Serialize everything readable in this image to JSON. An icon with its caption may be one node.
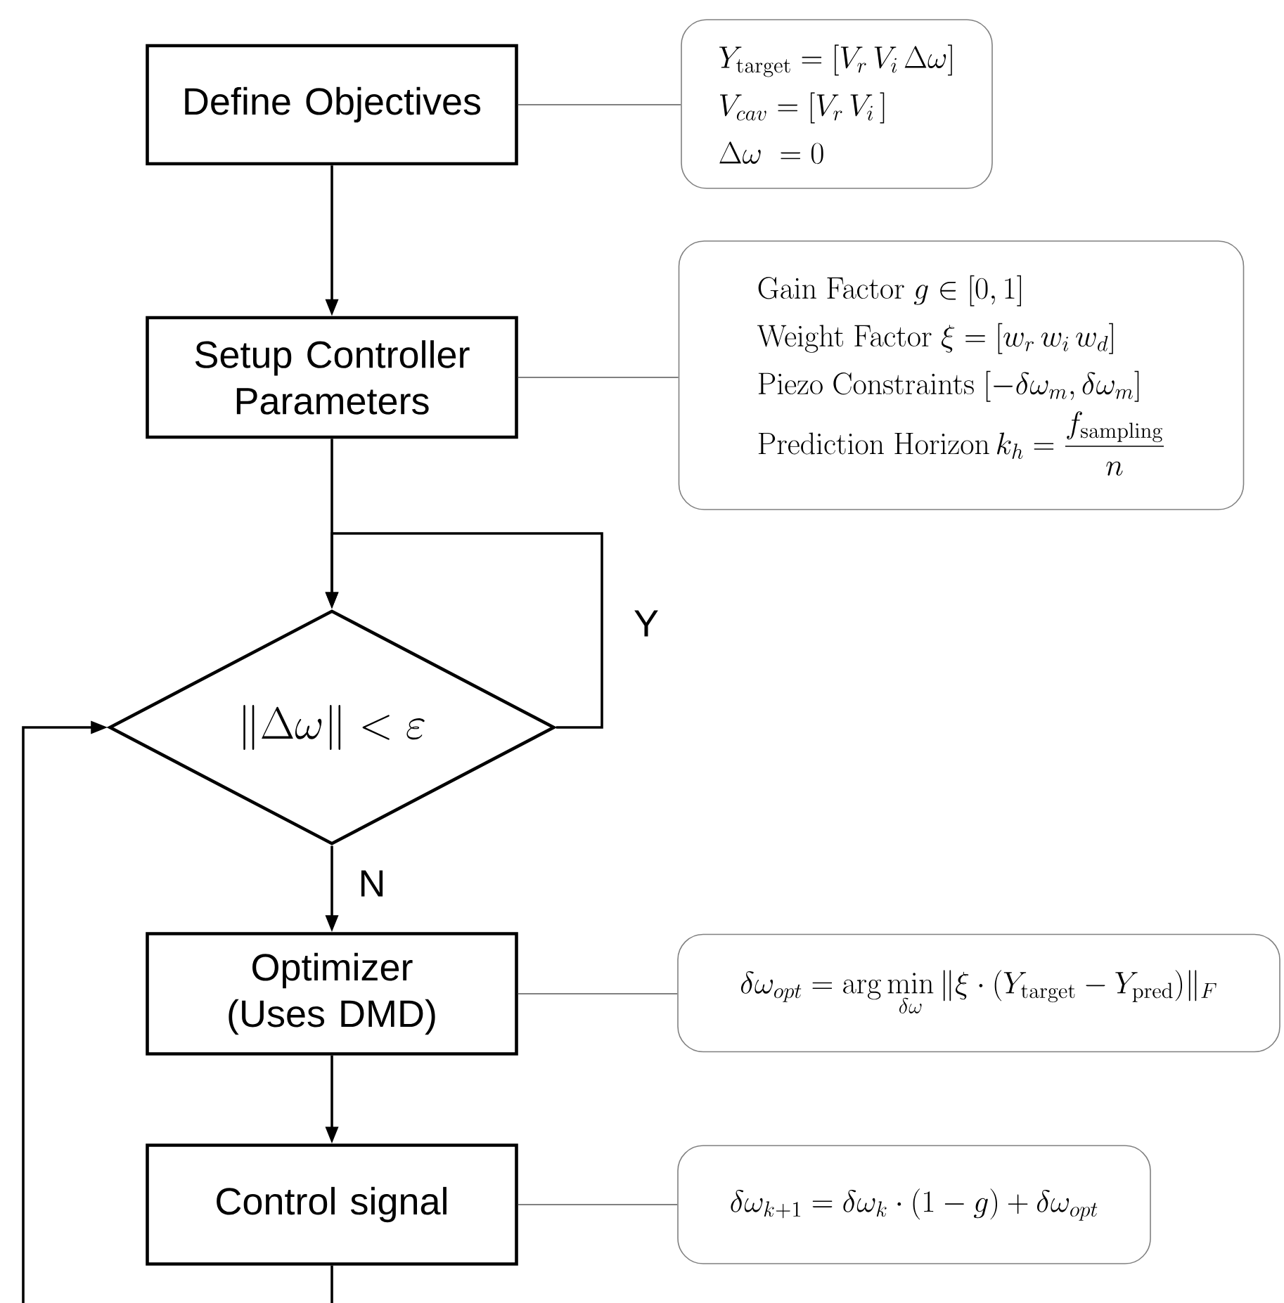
{
  "diagram": {
    "nodes": [
      {
        "text": [
          "Define Objectives"
        ]
      },
      {
        "text": [
          "Setup Controller Parameters"
        ]
      },
      {
        "text": [
          "\\|\\Delta\\omega\\| < \\varepsilon"
        ]
      },
      {
        "text": [
          "Optimizer (Uses DMD)"
        ]
      },
      {
        "text": [
          "Control signal"
        ]
      },
      {
        "text": [
          "Y_{\\mathrm{target}} = [V_r\\, V_i\\, \\Delta\\omega]",
          "V_{cav} = [V_r\\, V_i\\,]",
          "\\Delta\\omega\\; = 0"
        ]
      },
      {
        "text": [
          "\\mathrm{Gain\\ Factor}\\ g \\in [0,1]",
          "\\mathrm{Weight\\ Factor}\\ \\xi = [w_r\\, w_i\\, w_d]",
          "\\mathrm{Piezo\\ Constraints}\\ [-\\delta\\omega_m, \\delta\\omega_m]",
          "\\mathrm{Prediction\\ Horizon}\\, k_h = \\dfrac{f_{\\mathrm{sampling}}}{n}"
        ]
      },
      {
        "text": [
          "\\delta\\omega_{opt} = \\arg\\min\\limits_{\\delta\\omega} \\|\\xi \\cdot (Y_{\\mathrm{target}} - Y_{\\mathrm{pred}})\\|_F"
        ]
      },
      {
        "text": [
          "\\delta\\omega_{k+1} = \\delta\\omega_k \\cdot (1-g) + \\delta\\omega_{opt}"
        ]
      }
    ],
    "edges": [
      {
        "from": 0,
        "to": 1,
        "arrow": "to"
      },
      {
        "from": 1,
        "to": 2,
        "arrow": "to"
      },
      {
        "from": 2,
        "to": 2,
        "arrow": "to",
        "label": "Y"
      },
      {
        "from": 2,
        "to": 3,
        "arrow": "to",
        "label": "N"
      },
      {
        "from": 3,
        "to": 4,
        "arrow": "to"
      },
      {
        "from": 4,
        "to": 2,
        "arrow": "to"
      },
      {
        "from": 0,
        "to": 5,
        "arrow": "none",
        "color": "#808080"
      },
      {
        "from": 1,
        "to": 6,
        "arrow": "none",
        "color": "#808080"
      },
      {
        "from": 3,
        "to": 7,
        "arrow": "none",
        "color": "#808080"
      },
      {
        "from": 4,
        "to": 8,
        "arrow": "none",
        "color": "#808080"
      }
    ]
  }
}
